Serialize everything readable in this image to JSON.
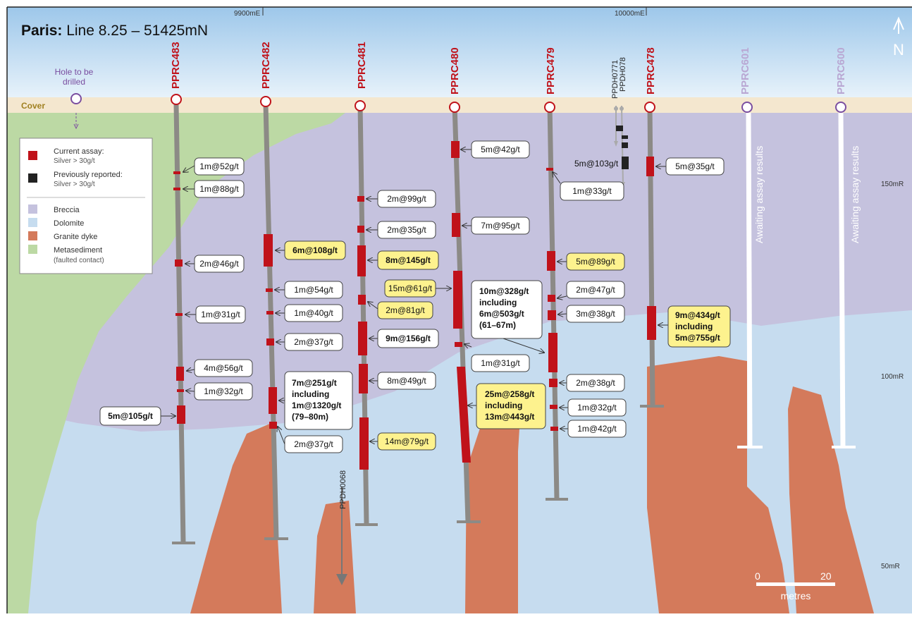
{
  "title": {
    "bold": "Paris:",
    "rest": " Line 8.25 – 51425mN"
  },
  "north": "N",
  "grid": {
    "e1": "9900mE",
    "e2": "10000mE",
    "r150": "150mR",
    "r100": "100mR",
    "r50": "50mR"
  },
  "cover_label": "Cover",
  "planned": {
    "label_line1": "Hole to be",
    "label_line2": "drilled"
  },
  "legend": {
    "current_assay": "Current assay:",
    "current_assay_sub": "Silver > 30g/t",
    "previously": "Previously reported:",
    "previously_sub": "Silver > 30g/t",
    "breccia": "Breccia",
    "dolomite": "Dolomite",
    "granite": "Granite dyke",
    "metasediment": "Metasediment",
    "metasediment_sub": "(faulted contact)"
  },
  "colors": {
    "breccia": "#c5c2de",
    "dolomite": "#c6dcef",
    "granite": "#d47a5b",
    "metasediment": "#bcd9a4",
    "assay": "#c0121a",
    "highlight": "#fdf28e"
  },
  "holes": {
    "h483": "PPRC483",
    "h482": "PPRC482",
    "h481": "PPRC481",
    "h480": "PPRC480",
    "h479": "PPRC479",
    "h478": "PPRC478",
    "h601": "PPRC601",
    "h600": "PPRC600",
    "d0771": "PPDH0771",
    "d078": "PPDH078",
    "d0068": "PPDH0068"
  },
  "awaiting": "Awaiting assay results",
  "intercepts": {
    "a1": "1m@52g/t",
    "a2": "1m@88g/t",
    "a3": "2m@46g/t",
    "a4": "1m@31g/t",
    "a5": "4m@56g/t",
    "a6": "1m@32g/t",
    "a7": "5m@105g/t",
    "b1": "6m@108g/t",
    "b2": "1m@54g/t",
    "b3": "1m@40g/t",
    "b4": "2m@37g/t",
    "b5_l1": "7m@251g/t",
    "b5_l2": "including",
    "b5_l3": "1m@1320g/t",
    "b5_l4": "(79–80m)",
    "b6": "2m@37g/t",
    "c1": "2m@99g/t",
    "c2": "2m@35g/t",
    "c3": "8m@145g/t",
    "c4": "15m@61g/t",
    "c5": "2m@81g/t",
    "c6": "9m@156g/t",
    "c7": "8m@49g/t",
    "c8": "14m@79g/t",
    "d1": "5m@42g/t",
    "d2": "7m@95g/t",
    "d3_l1": "10m@328g/t",
    "d3_l2": "including",
    "d3_l3": "6m@503g/t",
    "d3_l4": "(61–67m)",
    "d4": "1m@31g/t",
    "d5_l1": "25m@258g/t",
    "d5_l2": "including",
    "d5_l3": "13m@443g/t",
    "e0": "5m@103g/t",
    "e1": "1m@33g/t",
    "e2": "5m@89g/t",
    "e3": "2m@47g/t",
    "e4": "3m@38g/t",
    "e5": "2m@38g/t",
    "e6": "1m@32g/t",
    "e7": "1m@42g/t",
    "f1": "5m@35g/t",
    "f2_l1": "9m@434g/t",
    "f2_l2": "including",
    "f2_l3": "5m@755g/t"
  },
  "scale": {
    "zero": "0",
    "twenty": "20",
    "unit": "metres"
  }
}
